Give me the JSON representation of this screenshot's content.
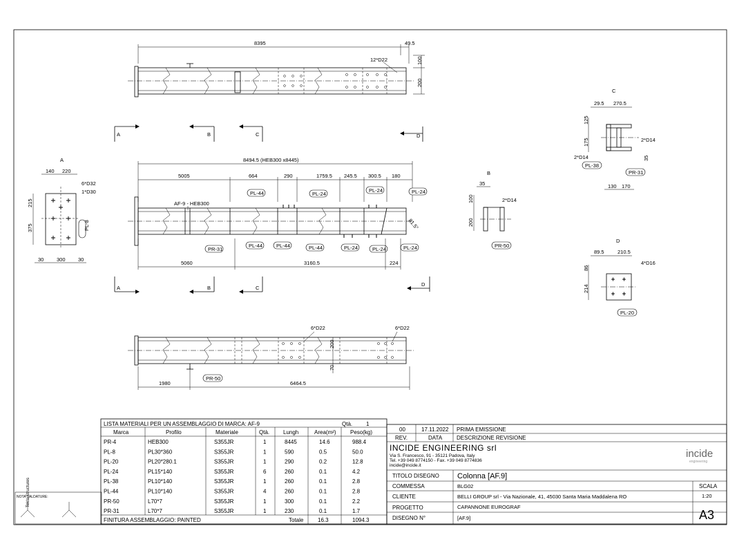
{
  "views": {
    "top": {
      "dim_total": "8395",
      "dim_end": "49.5",
      "dim_h1": "100",
      "dim_h2": "200",
      "hole_label": "12*D22"
    },
    "front": {
      "dim_total": "8494.5 (HEB300 x8445)",
      "dims_top": [
        "5005",
        "664",
        "290",
        "1759.5",
        "245.5",
        "300.5",
        "180"
      ],
      "dims_bottom": [
        "5060",
        "3160.5",
        "224"
      ],
      "mark_label": "AF-9 - HEB300",
      "angle": "81.5°",
      "tags": [
        "PL-44",
        "PL-24",
        "PL-24",
        "PL-24",
        "PR-31",
        "PL-44",
        "PL-44",
        "PL-44",
        "PL-24",
        "PL-24",
        "PL-24"
      ]
    },
    "bottom": {
      "hole_left": "6*D22",
      "hole_right": "6*D22",
      "dim_200": "200",
      "dim_70": "70",
      "dim_1980": "1980",
      "dim_6464": "6464.5",
      "tag": "PR-50"
    },
    "sections": {
      "A": "A",
      "B": "B",
      "C": "C",
      "D": "D"
    },
    "detail_A": {
      "title": "A",
      "d140": "140",
      "d220": "220",
      "d215": "215",
      "d375": "375",
      "d30a": "30",
      "d300": "300",
      "d30b": "30",
      "holes1": "6*D32",
      "holes2": "1*D30",
      "tag": "PL-8"
    },
    "detail_B": {
      "title": "B",
      "d35": "35",
      "d100": "100",
      "d200": "200",
      "holes": "2*D14",
      "tag": "PR-50"
    },
    "detail_C": {
      "title": "C",
      "d29": "29.5",
      "d270": "270.5",
      "d125": "125",
      "d175": "175",
      "d35": "35",
      "d130": "130",
      "d170": "170",
      "holes_a": "2*D14",
      "holes_b": "2*D14",
      "tag_a": "PL-38",
      "tag_b": "PR-31"
    },
    "detail_D": {
      "title": "D",
      "d89": "89.5",
      "d210": "210.5",
      "d86": "86",
      "d214": "214",
      "holes": "4*D16",
      "tag": "PL-20"
    }
  },
  "materials": {
    "title": "LISTA MATERIALI PER UN ASSEMBLAGGIO DI MARCA:  AF-9",
    "qty_label": "Qtà.",
    "qty": "1",
    "headers": [
      "Marca",
      "Profilo",
      "Materiale",
      "Qtà.",
      "Lungh",
      "Area(m²)",
      "Peso(kg)"
    ],
    "rows": [
      [
        "PR-4",
        "HEB300",
        "S355JR",
        "1",
        "8445",
        "14.6",
        "988.4"
      ],
      [
        "PL-8",
        "PL30*360",
        "S355JR",
        "1",
        "590",
        "0.5",
        "50.0"
      ],
      [
        "PL-20",
        "PL20*280.1",
        "S355JR",
        "1",
        "290",
        "0.2",
        "12.8"
      ],
      [
        "PL-24",
        "PL15*140",
        "S355JR",
        "6",
        "260",
        "0.1",
        "4.2"
      ],
      [
        "PL-38",
        "PL10*140",
        "S355JR",
        "1",
        "260",
        "0.1",
        "2.8"
      ],
      [
        "PL-44",
        "PL10*140",
        "S355JR",
        "4",
        "260",
        "0.1",
        "2.8"
      ],
      [
        "PR-50",
        "L70*7",
        "S355JR",
        "1",
        "300",
        "0.1",
        "2.2"
      ],
      [
        "PR-31",
        "L70*7",
        "S355JR",
        "1",
        "230",
        "0.1",
        "1.7"
      ]
    ],
    "finish": "FINITURA ASSEMBLAGGIO: PAINTED",
    "total_label": "Totale",
    "total_area": "16.3",
    "total_weight": "1094.3"
  },
  "titleblock": {
    "rev_no": "00",
    "rev_date": "17.11.2022",
    "rev_desc": "PRIMA EMISSIONE",
    "rev_h1": "REV.",
    "rev_h2": "DATA",
    "rev_h3": "DESCRIZIONE REVISIONE",
    "company": "INCIDE ENGINEERING srl",
    "addr1": "Via S. Francesco, 91 - 35121 Padova, Italy",
    "addr2": "Tel. +39 049 8774150 - Fax. +39 049 8774836",
    "addr3": "incide@incide.it",
    "logo": "incide",
    "logo_sub": "engineering",
    "titolo_label": "TITOLO DISEGNO",
    "titolo": "Colonna  [AF.9]",
    "commessa_label": "COMMESSA",
    "commessa": "BLG02",
    "cliente_label": "CLIENTE",
    "cliente": "BELLI GROUP srl - Via Nazionale, 41, 45030 Santa Maria Maddalena RO",
    "progetto_label": "PROGETTO",
    "progetto": "CAPANNONE EUROGRAF",
    "disegno_label": "DISEGNO N°",
    "disegno": "[AF.9]",
    "scala_label": "SCALA",
    "scala": "1:20",
    "format": "A3"
  },
  "weld_note": {
    "title": "NOTA SALDATURE:",
    "side": "Tekla Structures"
  }
}
